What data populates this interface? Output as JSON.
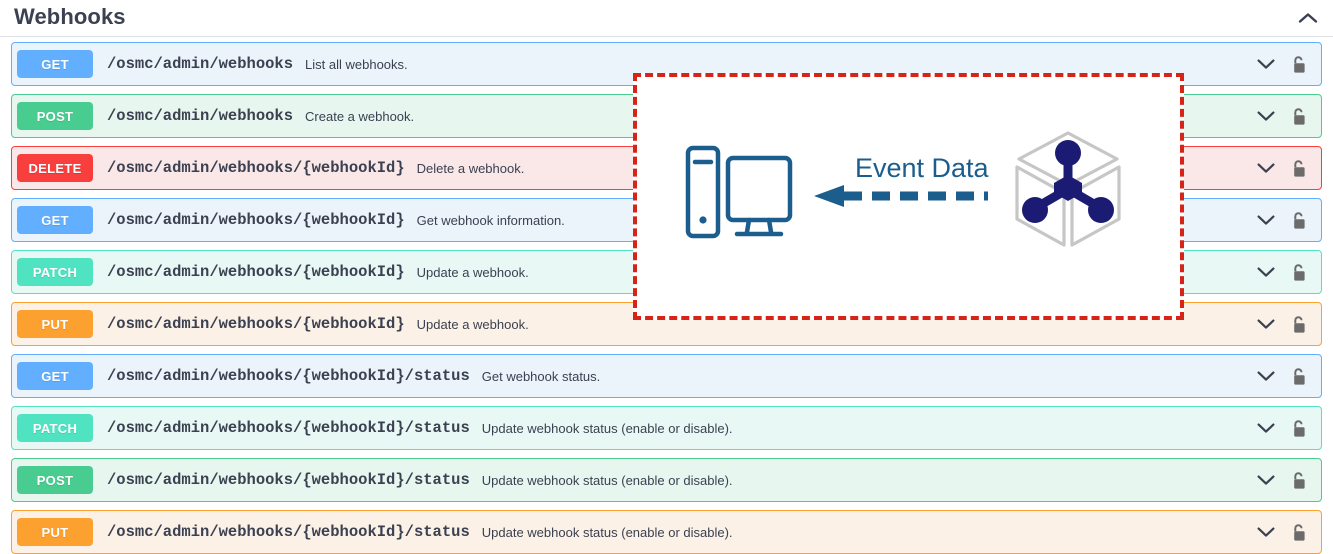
{
  "section": {
    "title": "Webhooks",
    "collapse_icon": "chevron-up-icon"
  },
  "operations": [
    {
      "method": "GET",
      "path": "/osmc/admin/webhooks",
      "description": "List all webhooks.",
      "expand_icon": "chevron-down-icon",
      "auth_icon": "unlocked-padlock-icon",
      "color": "#61affe"
    },
    {
      "method": "POST",
      "path": "/osmc/admin/webhooks",
      "description": "Create a webhook.",
      "expand_icon": "chevron-down-icon",
      "auth_icon": "unlocked-padlock-icon",
      "color": "#49cc90"
    },
    {
      "method": "DELETE",
      "path": "/osmc/admin/webhooks/{webhookId}",
      "description": "Delete a webhook.",
      "expand_icon": "chevron-down-icon",
      "auth_icon": "unlocked-padlock-icon",
      "color": "#f93e3e"
    },
    {
      "method": "GET",
      "path": "/osmc/admin/webhooks/{webhookId}",
      "description": "Get webhook information.",
      "expand_icon": "chevron-down-icon",
      "auth_icon": "unlocked-padlock-icon",
      "color": "#61affe"
    },
    {
      "method": "PATCH",
      "path": "/osmc/admin/webhooks/{webhookId}",
      "description": "Update a webhook.",
      "expand_icon": "chevron-down-icon",
      "auth_icon": "unlocked-padlock-icon",
      "color": "#50e3c2"
    },
    {
      "method": "PUT",
      "path": "/osmc/admin/webhooks/{webhookId}",
      "description": "Update a webhook.",
      "expand_icon": "chevron-down-icon",
      "auth_icon": "unlocked-padlock-icon",
      "color": "#fca130"
    },
    {
      "method": "GET",
      "path": "/osmc/admin/webhooks/{webhookId}/status",
      "description": "Get webhook status.",
      "expand_icon": "chevron-down-icon",
      "auth_icon": "unlocked-padlock-icon",
      "color": "#61affe"
    },
    {
      "method": "PATCH",
      "path": "/osmc/admin/webhooks/{webhookId}/status",
      "description": "Update webhook status (enable or disable).",
      "expand_icon": "chevron-down-icon",
      "auth_icon": "unlocked-padlock-icon",
      "color": "#50e3c2"
    },
    {
      "method": "POST",
      "path": "/osmc/admin/webhooks/{webhookId}/status",
      "description": "Update webhook status (enable or disable).",
      "expand_icon": "chevron-down-icon",
      "auth_icon": "unlocked-padlock-icon",
      "color": "#49cc90"
    },
    {
      "method": "PUT",
      "path": "/osmc/admin/webhooks/{webhookId}/status",
      "description": "Update webhook status (enable or disable).",
      "expand_icon": "chevron-down-icon",
      "auth_icon": "unlocked-padlock-icon",
      "color": "#fca130"
    }
  ],
  "overlay": {
    "label": "Event Data",
    "border_color": "#d62518",
    "left_icon": "desktop-computer-icon",
    "right_icon": "cube-network-icon",
    "arrow_icon": "dashed-left-arrow-icon",
    "arrow_direction": "left",
    "accent_color": "#1b5e8e",
    "node_color": "#1b1b74"
  }
}
